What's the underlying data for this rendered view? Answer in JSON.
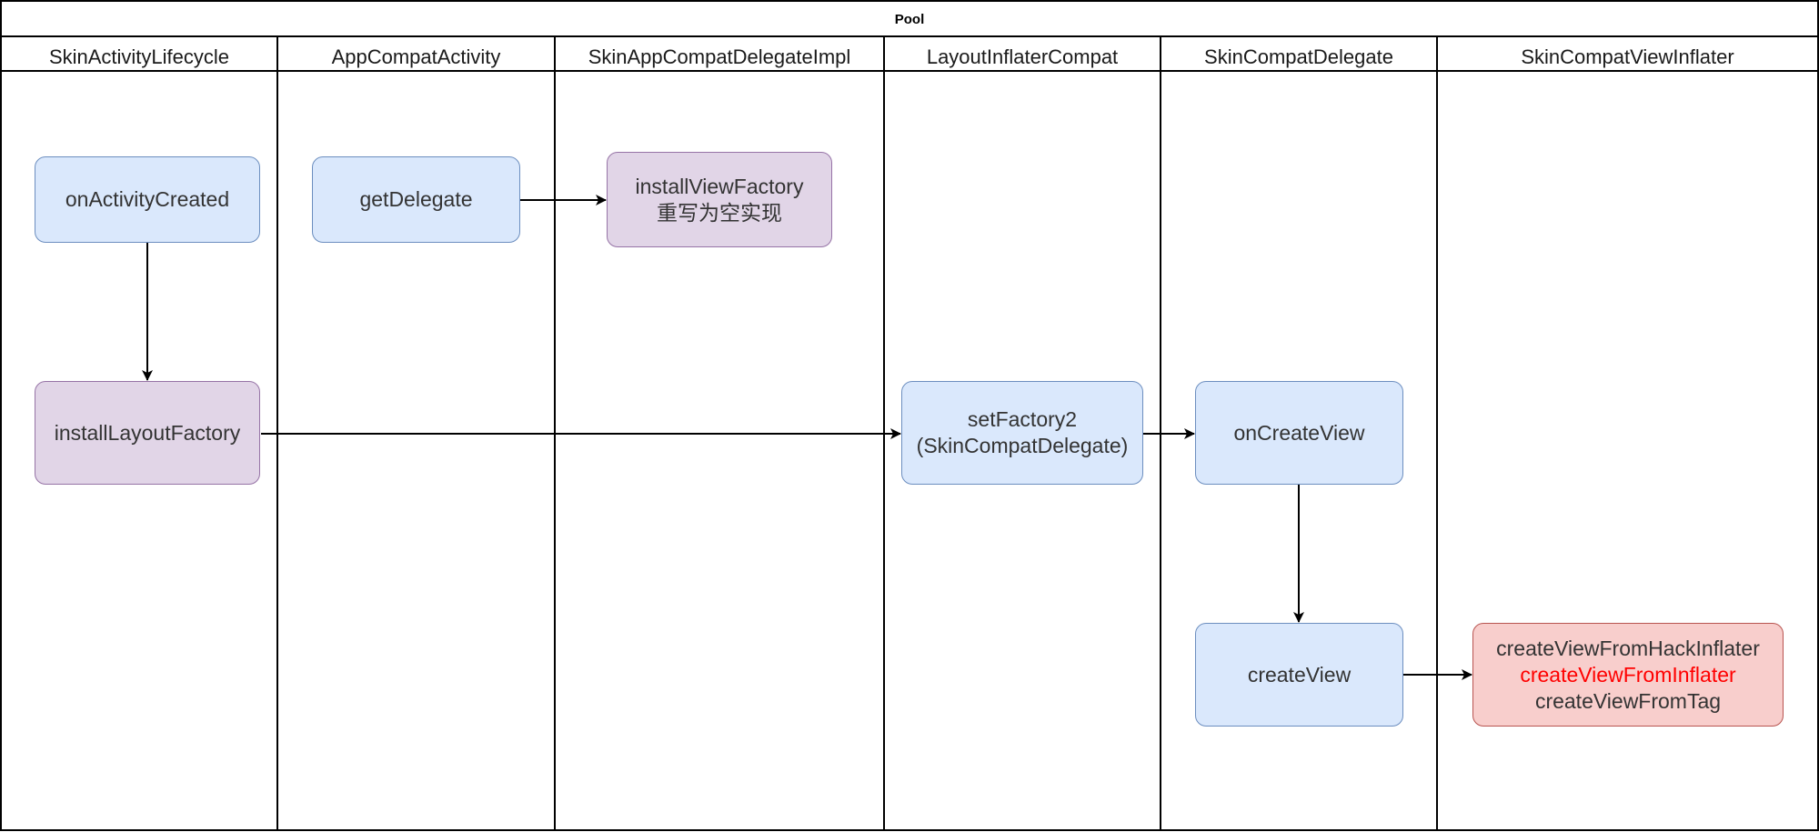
{
  "pool": {
    "title": "Pool"
  },
  "lanes": [
    "SkinActivityLifecycle",
    "AppCompatActivity",
    "SkinAppCompatDelegateImpl",
    "LayoutInflaterCompat",
    "SkinCompatDelegate",
    "SkinCompatViewInflater"
  ],
  "nodes": {
    "on_activity_created": "onActivityCreated",
    "install_layout_factory": "installLayoutFactory",
    "get_delegate": "getDelegate",
    "install_view_factory": {
      "line1": "installViewFactory",
      "line2": "重写为空实现"
    },
    "set_factory2": {
      "line1": "setFactory2",
      "line2": "(SkinCompatDelegate)"
    },
    "on_create_view": "onCreateView",
    "create_view": "createView",
    "inflater_methods": {
      "line1": "createViewFromHackInflater",
      "line2": "createViewFromInflater",
      "line3": "createViewFromTag"
    }
  },
  "colors": {
    "blue_fill": "#dae8fc",
    "blue_stroke": "#6c8ebf",
    "purple_fill": "#e1d5e7",
    "purple_stroke": "#9673a6",
    "red_fill": "#f8cecc",
    "red_stroke": "#b85450",
    "highlight_text": "#ff0000"
  }
}
